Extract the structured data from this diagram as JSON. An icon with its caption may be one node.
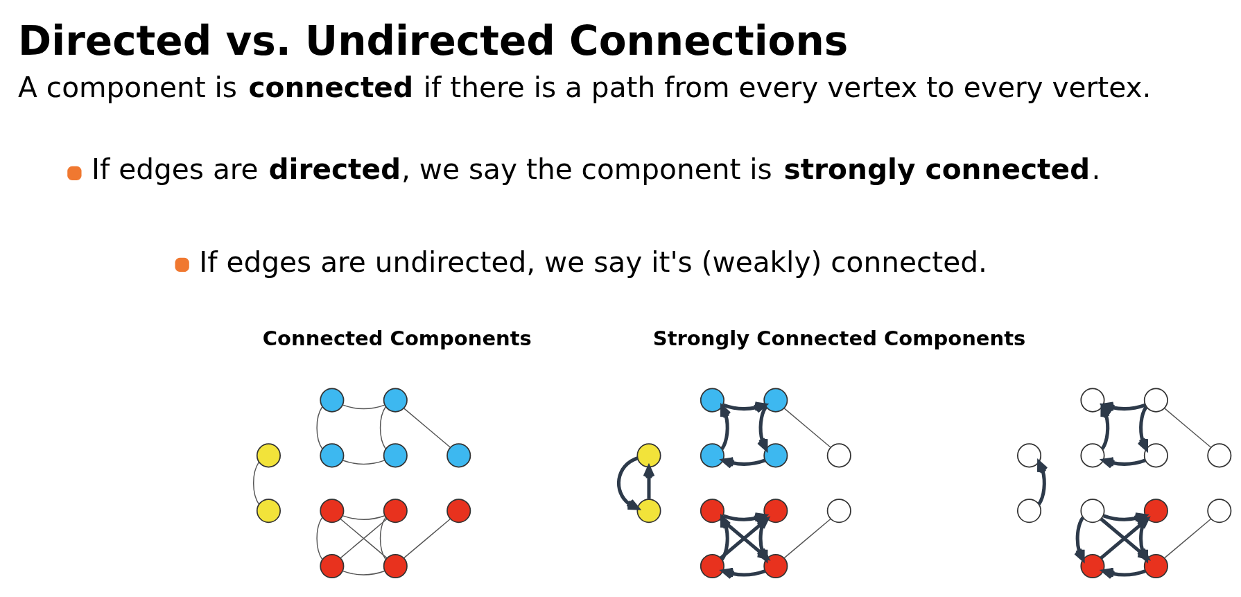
{
  "diagram": {
    "title": "Directed vs. Undirected Connections",
    "nodes": [
      {
        "text": [],
        "shape": "circle"
      },
      {
        "text": [],
        "shape": "circle"
      },
      {
        "text": [],
        "shape": "circle"
      },
      {
        "text": [],
        "shape": "circle"
      },
      {
        "text": [],
        "shape": "circle"
      },
      {
        "text": [],
        "shape": "circle"
      },
      {
        "text": [],
        "shape": "circle"
      },
      {
        "text": [],
        "shape": "circle"
      },
      {
        "text": [],
        "shape": "circle"
      },
      {
        "text": [],
        "shape": "circle"
      },
      {
        "text": [],
        "shape": "circle"
      },
      {
        "text": [],
        "shape": "circle"
      },
      {
        "text": [],
        "shape": "circle"
      },
      {
        "text": [],
        "shape": "circle"
      },
      {
        "text": [],
        "shape": "circle"
      },
      {
        "text": [],
        "shape": "circle"
      },
      {
        "text": [],
        "shape": "circle"
      },
      {
        "text": [],
        "shape": "circle"
      },
      {
        "text": [],
        "shape": "circle"
      },
      {
        "text": [],
        "shape": "circle"
      },
      {
        "text": [],
        "shape": "circle"
      },
      {
        "text": [],
        "shape": "circle"
      },
      {
        "text": [],
        "shape": "circle"
      },
      {
        "text": [],
        "shape": "circle"
      },
      {
        "text": [],
        "shape": "circle"
      },
      {
        "text": [],
        "shape": "circle"
      },
      {
        "text": [],
        "shape": "circle"
      },
      {
        "text": [],
        "shape": "circle"
      },
      {
        "text": [],
        "shape": "circle"
      },
      {
        "text": [],
        "shape": "circle"
      },
      {
        "text": [],
        "shape": "circle"
      },
      {
        "text": [],
        "shape": "circle"
      },
      {
        "text": [],
        "shape": "circle"
      },
      {
        "text": [],
        "shape": "circle"
      },
      {
        "text": [],
        "shape": "circle"
      },
      {
        "text": [],
        "shape": "circle"
      }
    ],
    "edges": [
      {
        "from": 0,
        "to": 1,
        "arrow": "none",
        "color": "#555555"
      },
      {
        "from": 0,
        "to": 3,
        "arrow": "none",
        "color": "#555555"
      },
      {
        "from": 1,
        "to": 4,
        "arrow": "none",
        "color": "#555555"
      },
      {
        "from": 1,
        "to": 5,
        "arrow": "none",
        "color": "#555555"
      },
      {
        "from": 3,
        "to": 4,
        "arrow": "none",
        "color": "#555555"
      },
      {
        "from": 2,
        "to": 6,
        "arrow": "none",
        "color": "#555555"
      },
      {
        "from": 7,
        "to": 8,
        "arrow": "none",
        "color": "#555555"
      },
      {
        "from": 7,
        "to": 10,
        "arrow": "none",
        "color": "#555555"
      },
      {
        "from": 7,
        "to": 11,
        "arrow": "none",
        "color": "#555555"
      },
      {
        "from": 8,
        "to": 10,
        "arrow": "none",
        "color": "#555555"
      },
      {
        "from": 8,
        "to": 11,
        "arrow": "none",
        "color": "#555555"
      },
      {
        "from": 10,
        "to": 11,
        "arrow": "none",
        "color": "#555555"
      },
      {
        "from": 9,
        "to": 11,
        "arrow": "none",
        "color": "#555555"
      },
      {
        "from": 12,
        "to": 13,
        "arrow": "to"
      },
      {
        "from": 13,
        "to": 16,
        "arrow": "to"
      },
      {
        "from": 16,
        "to": 15,
        "arrow": "to"
      },
      {
        "from": 15,
        "to": 12,
        "arrow": "to"
      },
      {
        "from": 13,
        "to": 17,
        "arrow": "none",
        "color": "#555555"
      },
      {
        "from": 18,
        "to": 14,
        "arrow": "to"
      },
      {
        "from": 14,
        "to": 18,
        "arrow": "to"
      },
      {
        "from": 19,
        "to": 20,
        "arrow": "to"
      },
      {
        "from": 22,
        "to": 19,
        "arrow": "to"
      },
      {
        "from": 19,
        "to": 23,
        "arrow": "to"
      },
      {
        "from": 22,
        "to": 20,
        "arrow": "to"
      },
      {
        "from": 20,
        "to": 23,
        "arrow": "to"
      },
      {
        "from": 23,
        "to": 22,
        "arrow": "to"
      },
      {
        "from": 23,
        "to": 21,
        "arrow": "none",
        "color": "#555555"
      },
      {
        "from": 25,
        "to": 24,
        "arrow": "to"
      },
      {
        "from": 27,
        "to": 24,
        "arrow": "to"
      },
      {
        "from": 25,
        "to": 28,
        "arrow": "to"
      },
      {
        "from": 28,
        "to": 27,
        "arrow": "to"
      },
      {
        "from": 25,
        "to": 29,
        "arrow": "none",
        "color": "#555555"
      },
      {
        "from": 30,
        "to": 26,
        "arrow": "to"
      },
      {
        "from": 31,
        "to": 32,
        "arrow": "to"
      },
      {
        "from": 31,
        "to": 34,
        "arrow": "to"
      },
      {
        "from": 31,
        "to": 35,
        "arrow": "to"
      },
      {
        "from": 34,
        "to": 32,
        "arrow": "to"
      },
      {
        "from": 32,
        "to": 35,
        "arrow": "to"
      },
      {
        "from": 35,
        "to": 34,
        "arrow": "to"
      },
      {
        "from": 35,
        "to": 33,
        "arrow": "none",
        "color": "#555555"
      }
    ],
    "labels": [
      "A component is **connected** if there is a path from every vertex to every vertex.",
      "If edges are **directed**, we say the component is **strongly connected**.",
      "If edges are undirected, we say it's (weakly) connected.",
      "Connected Components",
      "Strongly Connected Components"
    ]
  }
}
